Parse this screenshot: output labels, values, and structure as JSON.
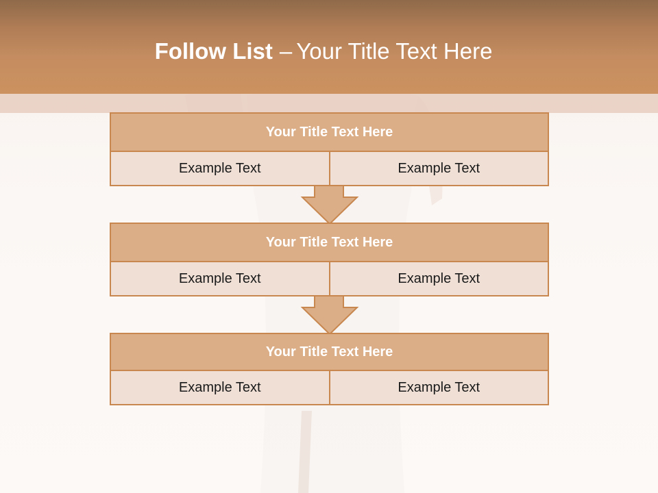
{
  "slide": {
    "title_bold": "Follow List",
    "title_sep": "–",
    "title_rest": "Your Title Text Here"
  },
  "steps": [
    {
      "title": "Your Title Text Here",
      "left": "Example Text",
      "right": "Example Text"
    },
    {
      "title": "Your Title Text Here",
      "left": "Example Text",
      "right": "Example Text"
    },
    {
      "title": "Your Title Text Here",
      "left": "Example Text",
      "right": "Example Text"
    }
  ],
  "colors": {
    "header": "#c48c60",
    "box_title": "#dbae87",
    "box_cell": "#efdfd5",
    "border": "#c8874f"
  }
}
